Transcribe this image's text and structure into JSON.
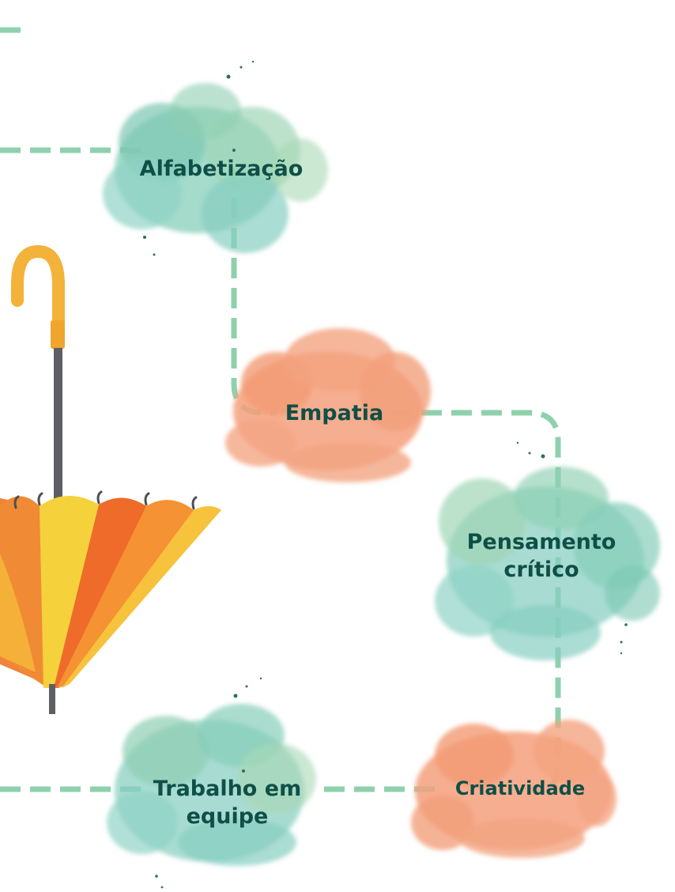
{
  "nodes": {
    "alfabetizacao": {
      "label": "Alfabetização",
      "color": "#7fcdb7"
    },
    "empatia": {
      "label": "Empatia",
      "color": "#f4a07d"
    },
    "pensamento": {
      "line1": "Pensamento",
      "line2": "crítico",
      "color": "#7fcdb7"
    },
    "criatividade": {
      "label": "Criatividade",
      "color": "#f4a07d"
    },
    "trabalho": {
      "line1": "Trabalho em",
      "line2": "equipe",
      "color": "#7fcdb7"
    }
  },
  "colors": {
    "connector": "#8fd1ad",
    "text": "#0f4f48",
    "umbrella_orange": "#ef7a2c",
    "umbrella_yellow": "#f6c93a",
    "umbrella_handle": "#f3b23a"
  }
}
